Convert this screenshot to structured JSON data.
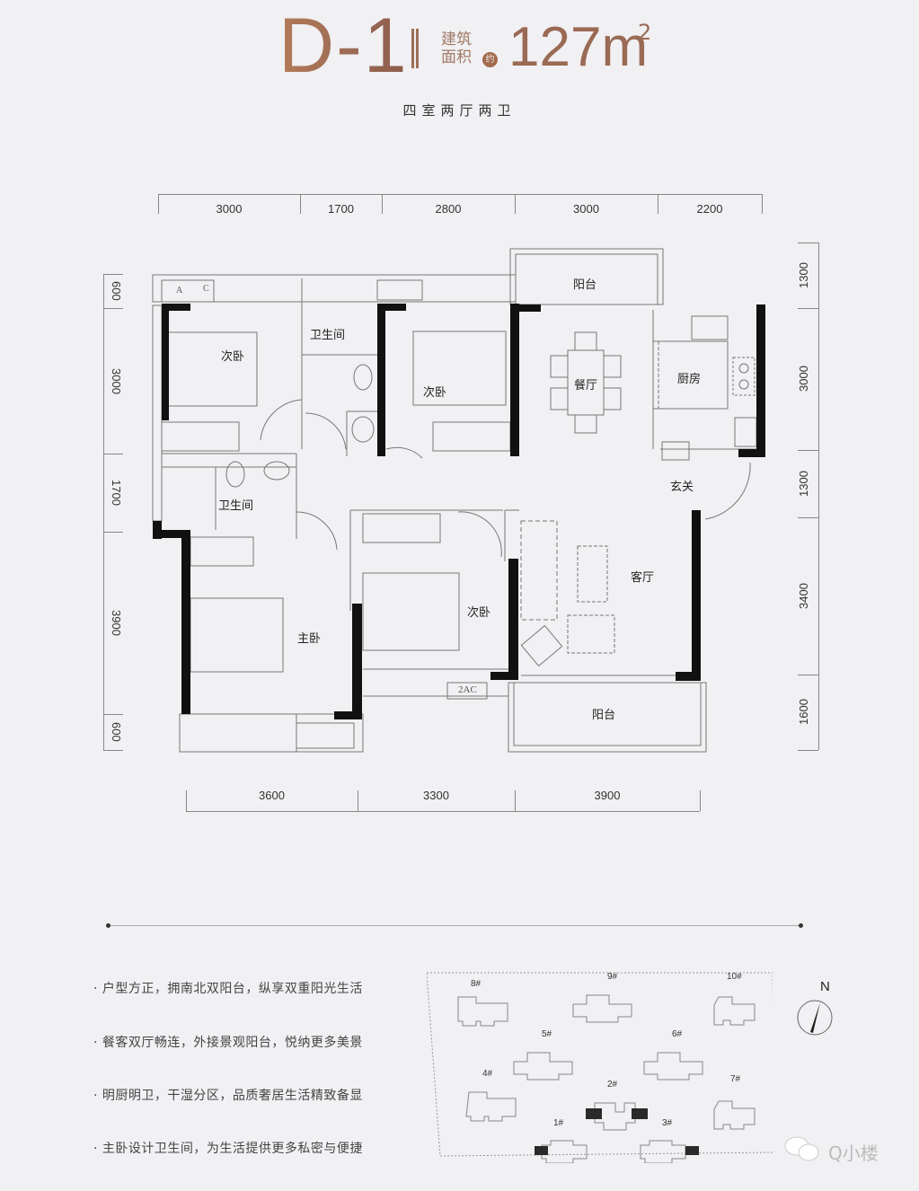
{
  "header": {
    "unit_code": "D-1",
    "area_label_line1": "建筑",
    "area_label_line2": "面积",
    "approx_badge": "约",
    "area_value": "127m",
    "area_unit_sup": "2",
    "layout_name": "四室两厅两卫",
    "title_color": "#9a6a55"
  },
  "dimensions": {
    "top": [
      "3000",
      "1700",
      "2800",
      "3000",
      "2200"
    ],
    "bottom": [
      "3600",
      "3300",
      "3900"
    ],
    "left": [
      "600",
      "3000",
      "1700",
      "3900",
      "600"
    ],
    "right": [
      "1300",
      "3000",
      "1300",
      "3400",
      "1600"
    ]
  },
  "rooms": {
    "bedroom_nw": "次卧",
    "bathroom_n": "卫生间",
    "bedroom_n": "次卧",
    "balcony_n": "阳台",
    "dining": "餐厅",
    "kitchen": "厨房",
    "entrance": "玄关",
    "bathroom_master": "卫生间",
    "master_bedroom": "主卧",
    "bedroom_s": "次卧",
    "living": "客厅",
    "balcony_s": "阳台",
    "ac_unit_label": "2AC",
    "ac_label_a": "A",
    "ac_label_c": "C"
  },
  "features": [
    "· 户型方正，拥南北双阳台，纵享双重阳光生活",
    "· 餐客双厅畅连，外接景观阳台，悦纳更多美景",
    "· 明厨明卫，干湿分区，品质奢居生活精致备显",
    "· 主卧设计卫生间，为生活提供更多私密与便捷"
  ],
  "site_plan": {
    "buildings": [
      "8#",
      "9#",
      "10#",
      "5#",
      "6#",
      "4#",
      "2#",
      "7#",
      "1#",
      "3#"
    ],
    "highlighted": [
      "1#",
      "2#",
      "3#"
    ]
  },
  "compass": {
    "label": "N"
  },
  "watermark": {
    "text": "Q小楼",
    "icon": "wechat-icon"
  }
}
